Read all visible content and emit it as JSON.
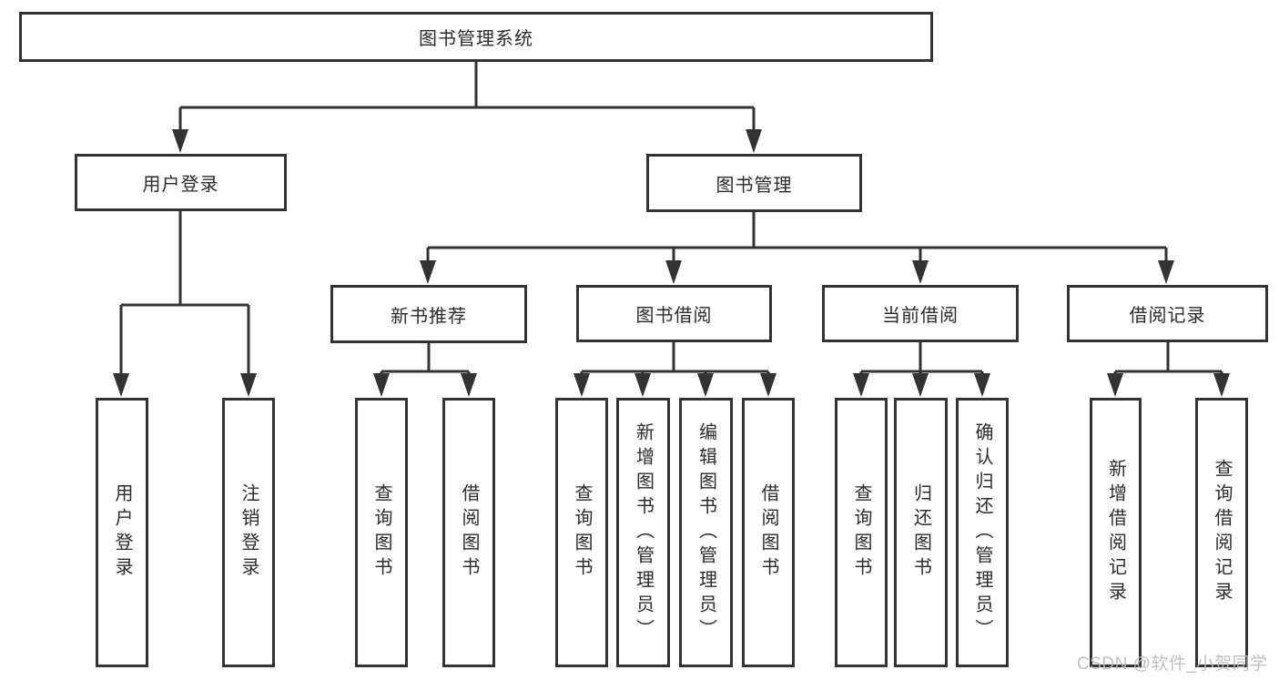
{
  "tree": {
    "label": "图书管理系统",
    "children": [
      {
        "label": "用户登录",
        "children": [
          {
            "label": "用户登录"
          },
          {
            "label": "注销登录"
          }
        ]
      },
      {
        "label": "图书管理",
        "children": [
          {
            "label": "新书推荐",
            "children": [
              {
                "label": "查询图书"
              },
              {
                "label": "借阅图书"
              }
            ]
          },
          {
            "label": "图书借阅",
            "children": [
              {
                "label": "查询图书"
              },
              {
                "label": "新增图书（管理员）"
              },
              {
                "label": "编辑图书（管理员）"
              },
              {
                "label": "借阅图书"
              }
            ]
          },
          {
            "label": "当前借阅",
            "children": [
              {
                "label": "查询图书"
              },
              {
                "label": "归还图书"
              },
              {
                "label": "确认归还（管理员）"
              }
            ]
          },
          {
            "label": "借阅记录",
            "children": [
              {
                "label": "新增借阅记录"
              },
              {
                "label": "查询借阅记录"
              }
            ]
          }
        ]
      }
    ]
  },
  "watermark": {
    "text": "CSDN @软件_小贺同学"
  },
  "colors": {
    "line": "#333333",
    "text": "#2b2b2b",
    "background": "#ffffff",
    "watermark": "#b9b9b9"
  }
}
